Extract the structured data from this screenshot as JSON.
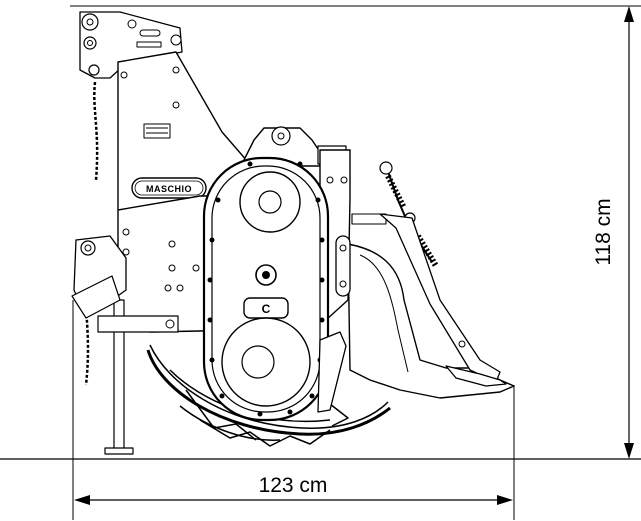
{
  "dimensions": {
    "width": {
      "value": 123,
      "unit": "cm",
      "label": "123 cm"
    },
    "height": {
      "value": 118,
      "unit": "cm",
      "label": "118 cm"
    }
  },
  "machine": {
    "brand_mark": "MASCHIO",
    "cover_mark": "C"
  },
  "colors": {
    "line": "#000000",
    "background": "#ffffff"
  }
}
